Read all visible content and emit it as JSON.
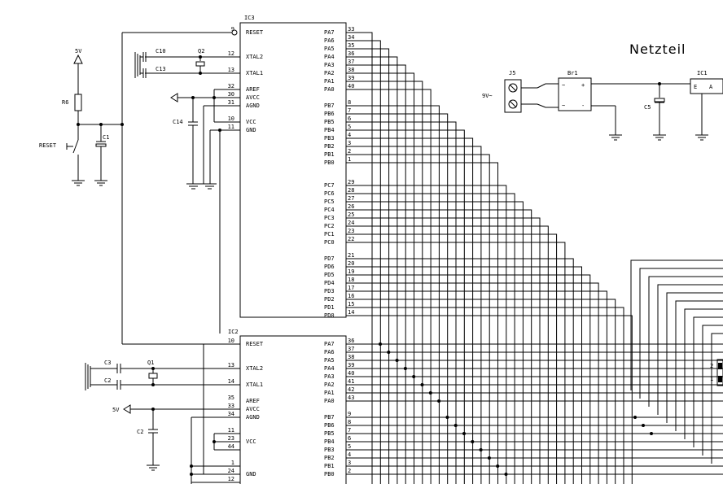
{
  "title": "Netzteil",
  "ic3": {
    "name": "IC3",
    "left_pins": [
      {
        "num": "9",
        "name": "RESET"
      },
      {
        "num": "12",
        "name": "XTAL2"
      },
      {
        "num": "13",
        "name": "XTAL1"
      },
      {
        "num": "32",
        "name": "AREF"
      },
      {
        "num": "30",
        "name": "AVCC"
      },
      {
        "num": "31",
        "name": "AGND"
      },
      {
        "num": "10",
        "name": "VCC"
      },
      {
        "num": "11",
        "name": "GND"
      }
    ],
    "right_pins": [
      {
        "num": "33",
        "name": "PA7"
      },
      {
        "num": "34",
        "name": "PA6"
      },
      {
        "num": "35",
        "name": "PA5"
      },
      {
        "num": "36",
        "name": "PA4"
      },
      {
        "num": "37",
        "name": "PA3"
      },
      {
        "num": "38",
        "name": "PA2"
      },
      {
        "num": "39",
        "name": "PA1"
      },
      {
        "num": "40",
        "name": "PA0"
      },
      {
        "num": "8",
        "name": "PB7"
      },
      {
        "num": "7",
        "name": "PB6"
      },
      {
        "num": "6",
        "name": "PB5"
      },
      {
        "num": "5",
        "name": "PB4"
      },
      {
        "num": "4",
        "name": "PB3"
      },
      {
        "num": "3",
        "name": "PB2"
      },
      {
        "num": "2",
        "name": "PB1"
      },
      {
        "num": "1",
        "name": "PB0"
      },
      {
        "num": "29",
        "name": "PC7"
      },
      {
        "num": "28",
        "name": "PC6"
      },
      {
        "num": "27",
        "name": "PC5"
      },
      {
        "num": "26",
        "name": "PC4"
      },
      {
        "num": "25",
        "name": "PC3"
      },
      {
        "num": "24",
        "name": "PC2"
      },
      {
        "num": "23",
        "name": "PC1"
      },
      {
        "num": "22",
        "name": "PC0"
      },
      {
        "num": "21",
        "name": "PD7"
      },
      {
        "num": "20",
        "name": "PD6"
      },
      {
        "num": "19",
        "name": "PD5"
      },
      {
        "num": "18",
        "name": "PD4"
      },
      {
        "num": "17",
        "name": "PD3"
      },
      {
        "num": "16",
        "name": "PD2"
      },
      {
        "num": "15",
        "name": "PD1"
      },
      {
        "num": "14",
        "name": "PD0"
      }
    ]
  },
  "ic2": {
    "name": "IC2",
    "left_pins": [
      {
        "num": "10",
        "name": "RESET"
      },
      {
        "num": "13",
        "name": "XTAL2"
      },
      {
        "num": "14",
        "name": "XTAL1"
      },
      {
        "num": "35",
        "name": "AREF"
      },
      {
        "num": "33",
        "name": "AVCC"
      },
      {
        "num": "34",
        "name": "AGND"
      },
      {
        "num": "11",
        "name": ""
      },
      {
        "num": "23",
        "name": "VCC"
      },
      {
        "num": "44",
        "name": ""
      },
      {
        "num": "1",
        "name": ""
      },
      {
        "num": "24",
        "name": "GND"
      },
      {
        "num": "12",
        "name": ""
      }
    ],
    "right_pins": [
      {
        "num": "36",
        "name": "PA7"
      },
      {
        "num": "37",
        "name": "PA6"
      },
      {
        "num": "38",
        "name": "PA5"
      },
      {
        "num": "39",
        "name": "PA4"
      },
      {
        "num": "40",
        "name": "PA3"
      },
      {
        "num": "41",
        "name": "PA2"
      },
      {
        "num": "42",
        "name": "PA1"
      },
      {
        "num": "43",
        "name": "PA0"
      },
      {
        "num": "9",
        "name": "PB7"
      },
      {
        "num": "8",
        "name": "PB6"
      },
      {
        "num": "7",
        "name": "PB5"
      },
      {
        "num": "6",
        "name": "PB4"
      },
      {
        "num": "5",
        "name": "PB3"
      },
      {
        "num": "4",
        "name": "PB2"
      },
      {
        "num": "3",
        "name": "PB1"
      },
      {
        "num": "2",
        "name": "PB0"
      }
    ]
  },
  "components": {
    "r6": "R6",
    "c1": "C1",
    "reset": "RESET",
    "vcc_5v": "5V",
    "c10": "C10",
    "c13": "C13",
    "q2": "Q2",
    "c14": "C14",
    "c3": "C3",
    "c2a": "C2",
    "q1": "Q1",
    "c2b": "C2",
    "j5": "J5",
    "br1": "Br1",
    "c5": "C5",
    "ic1": "IC1",
    "ic1_e": "E",
    "ic1_a": "A",
    "v9": "9V~",
    "plus": "+",
    "minus": "-",
    "tilde": "~",
    "conn_2": "2",
    "conn_1": "1"
  }
}
